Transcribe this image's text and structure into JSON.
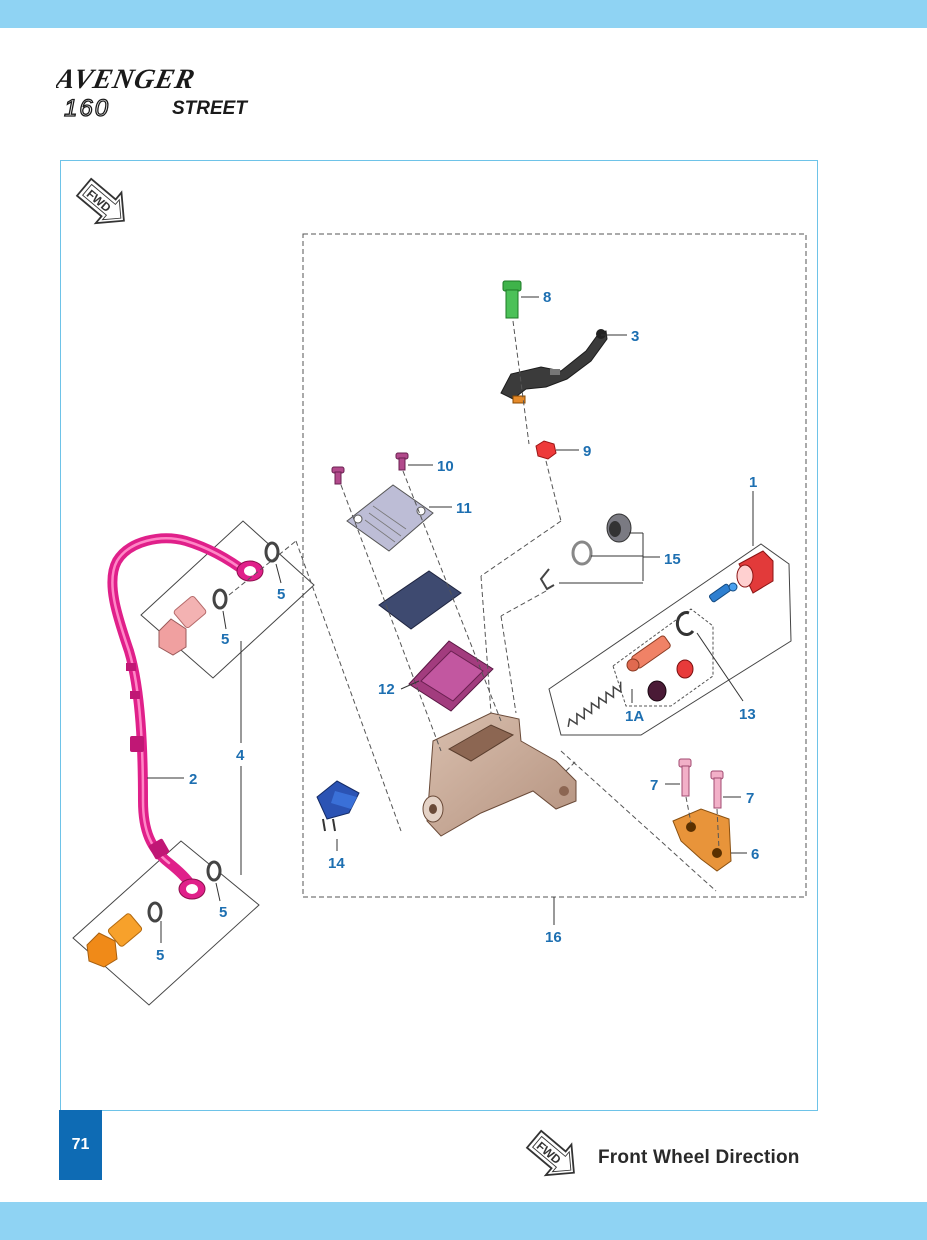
{
  "brand": {
    "model_line1": "AVENGER",
    "model_line2_number": "160",
    "model_line2_word": "STREET"
  },
  "page_number": "71",
  "fwd_badge": "FWD",
  "legend_text": "Front Wheel Direction",
  "colors": {
    "band": "#8fd3f3",
    "frame_border": "#6ec3e8",
    "page_badge": "#0e6bb4",
    "callout_text": "#1d6fb1",
    "hose": "#e0208a"
  },
  "callouts": {
    "c1": "1",
    "c1a": "1A",
    "c2": "2",
    "c3": "3",
    "c4": "4",
    "c5a": "5",
    "c5b": "5",
    "c5c": "5",
    "c5d": "5",
    "c6": "6",
    "c7a": "7",
    "c7b": "7",
    "c8": "8",
    "c9": "9",
    "c10": "10",
    "c11": "11",
    "c12": "12",
    "c13": "13",
    "c14": "14",
    "c15": "15",
    "c16": "16"
  }
}
